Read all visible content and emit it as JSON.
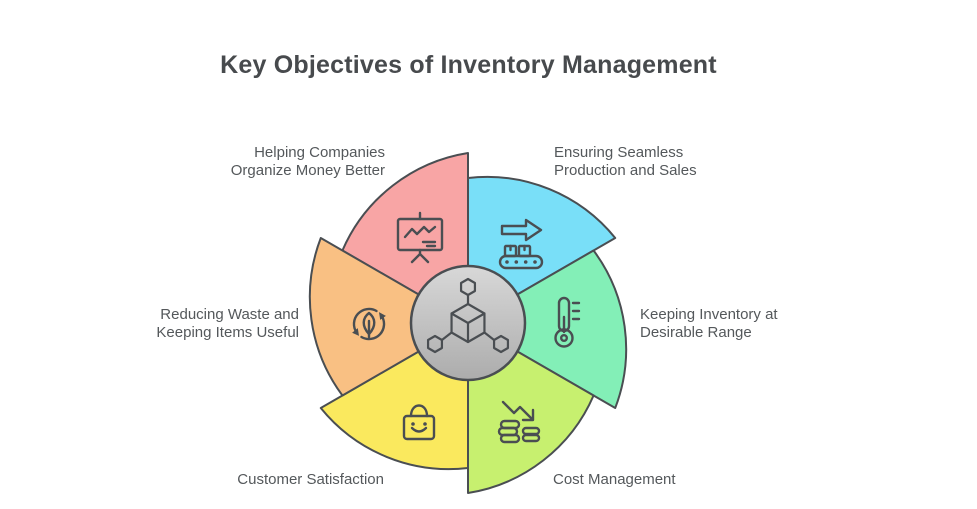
{
  "title": "Key Objectives of Inventory Management",
  "colors": {
    "outline": "#4A4E52",
    "label_text": "#54585B",
    "title_text": "#474A4D",
    "center_top": "#D8D8D8",
    "center_bottom": "#ACACAC"
  },
  "center": {
    "icon": "cube-network-icon"
  },
  "segments": [
    {
      "name": "helping-companies-organize-money-better",
      "label_line1": "Helping Companies",
      "label_line2": "Organize Money Better",
      "color": "#F8A5A5",
      "icon": "presentation-chart-icon"
    },
    {
      "name": "ensuring-seamless-production-and-sales",
      "label_line1": "Ensuring Seamless",
      "label_line2": "Production and Sales",
      "color": "#79DFF8",
      "icon": "conveyor-belt-arrow-icon"
    },
    {
      "name": "keeping-inventory-at-desirable-range",
      "label_line1": "Keeping Inventory at",
      "label_line2": "Desirable Range",
      "color": "#83EFB7",
      "icon": "thermometer-icon"
    },
    {
      "name": "cost-management",
      "label_line1": "Cost Management",
      "label_line2": "",
      "color": "#C7F06F",
      "icon": "coins-decline-arrow-icon"
    },
    {
      "name": "customer-satisfaction",
      "label_line1": "Customer Satisfaction",
      "label_line2": "",
      "color": "#FAE95E",
      "icon": "shopping-bag-smile-icon"
    },
    {
      "name": "reducing-waste-keeping-items-useful",
      "label_line1": "Reducing Waste and",
      "label_line2": "Keeping Items Useful",
      "color": "#F9C083",
      "icon": "leaf-recycle-icon"
    }
  ]
}
